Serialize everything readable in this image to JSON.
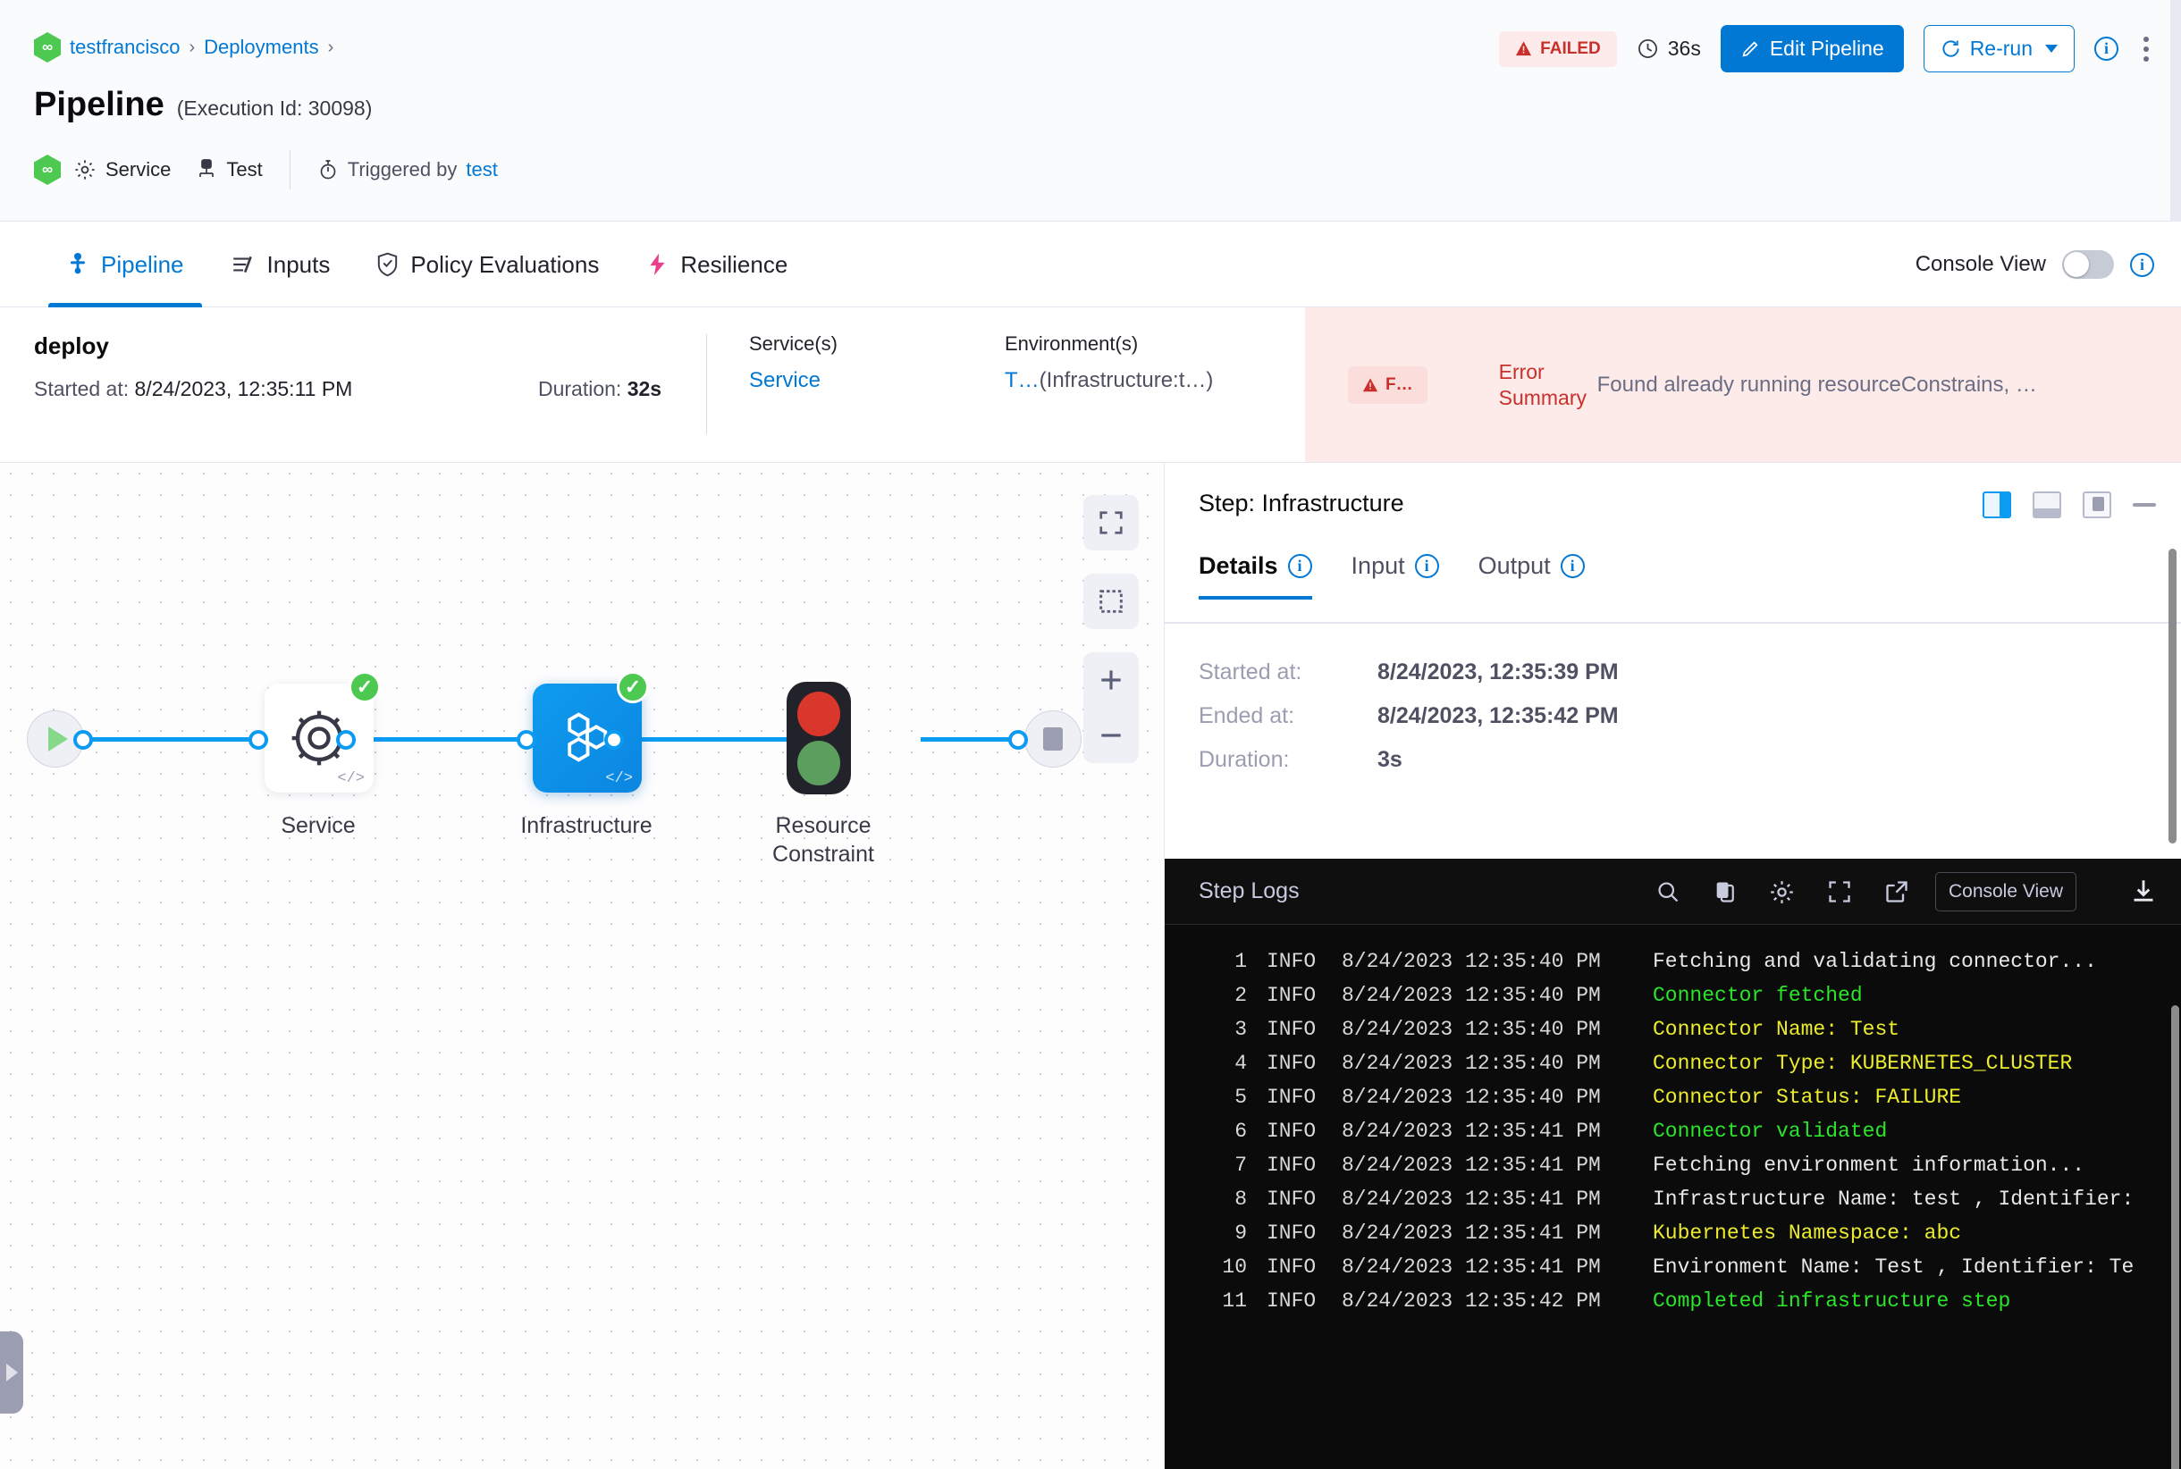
{
  "header": {
    "breadcrumb": {
      "org": "testfrancisco",
      "section": "Deployments",
      "separator": "›"
    },
    "title": "Pipeline",
    "execution_id_label": "(Execution Id: 30098)",
    "meta": {
      "service_label": "Service",
      "env_label": "Test",
      "triggered_prefix": "Triggered by",
      "triggered_by": "test"
    },
    "actions": {
      "status_badge": "FAILED",
      "duration": "36s",
      "edit_pipeline": "Edit Pipeline",
      "rerun": "Re-run"
    },
    "colors": {
      "accent": "#0278d5",
      "danger": "#c8302b",
      "success": "#4dc952"
    }
  },
  "tabs": {
    "items": [
      {
        "label": "Pipeline",
        "icon": "pipeline-icon",
        "active": true
      },
      {
        "label": "Inputs",
        "icon": "inputs-icon",
        "active": false
      },
      {
        "label": "Policy Evaluations",
        "icon": "shield-check-icon",
        "active": false
      },
      {
        "label": "Resilience",
        "icon": "resilience-icon",
        "active": false
      }
    ],
    "console_view_label": "Console View",
    "console_view_on": false
  },
  "stage": {
    "name": "deploy",
    "started_label": "Started at:",
    "started_value": "8/24/2023, 12:35:11 PM",
    "duration_label": "Duration:",
    "duration_value": "32s",
    "services_label": "Service(s)",
    "services_value": "Service",
    "environments_label": "Environment(s)",
    "environments_value": "T…",
    "environments_paren": "(Infrastructure:t…)",
    "error": {
      "mini_badge": "F…",
      "label_line1": "Error",
      "label_line2": "Summary",
      "text": "Found already running resourceConstrains, …"
    }
  },
  "graph": {
    "nodes": [
      {
        "name": "start-node",
        "label": "",
        "type": "start"
      },
      {
        "name": "service-step",
        "label": "Service",
        "type": "step",
        "status": "success",
        "selected": false
      },
      {
        "name": "infrastructure-step",
        "label": "Infrastructure",
        "type": "step",
        "status": "success",
        "selected": true
      },
      {
        "name": "resource-constraint-step",
        "label": "Resource\nConstraint",
        "label_line1": "Resource",
        "label_line2": "Constraint",
        "type": "traffic-light"
      },
      {
        "name": "end-node",
        "label": "",
        "type": "end"
      }
    ],
    "controls": [
      "fit-screen-icon",
      "select-area-icon",
      "zoom-in-icon",
      "zoom-out-icon"
    ]
  },
  "step_panel": {
    "title": "Step: Infrastructure",
    "view_modes": [
      "right-split",
      "bottom-split",
      "floating",
      "minimize"
    ],
    "tabs": [
      {
        "label": "Details",
        "active": true
      },
      {
        "label": "Input",
        "active": false
      },
      {
        "label": "Output",
        "active": false
      }
    ],
    "details": [
      {
        "key": "Started at:",
        "value": "8/24/2023, 12:35:39 PM"
      },
      {
        "key": "Ended at:",
        "value": "8/24/2023, 12:35:42 PM"
      },
      {
        "key": "Duration:",
        "value": "3s"
      }
    ]
  },
  "logs": {
    "title": "Step Logs",
    "tools": [
      "search-icon",
      "copy-icon",
      "gear-icon",
      "fullscreen-icon",
      "external-link-icon"
    ],
    "console_view_button": "Console View",
    "download_icon": "download-icon",
    "download_highlighted": true,
    "highlight_color": "#fb5e4a",
    "lines": [
      {
        "num": "1",
        "level": "INFO",
        "time": "8/24/2023 12:35:40 PM",
        "message": "Fetching and validating connector...",
        "color": "white"
      },
      {
        "num": "2",
        "level": "INFO",
        "time": "8/24/2023 12:35:40 PM",
        "message": "Connector fetched",
        "color": "green"
      },
      {
        "num": "3",
        "level": "INFO",
        "time": "8/24/2023 12:35:40 PM",
        "message": "Connector Name: Test",
        "color": "yellow"
      },
      {
        "num": "4",
        "level": "INFO",
        "time": "8/24/2023 12:35:40 PM",
        "message": "Connector Type: KUBERNETES_CLUSTER",
        "color": "yellow"
      },
      {
        "num": "5",
        "level": "INFO",
        "time": "8/24/2023 12:35:40 PM",
        "message": "Connector Status: FAILURE",
        "color": "yellow"
      },
      {
        "num": "6",
        "level": "INFO",
        "time": "8/24/2023 12:35:41 PM",
        "message": "Connector validated",
        "color": "green"
      },
      {
        "num": "7",
        "level": "INFO",
        "time": "8/24/2023 12:35:41 PM",
        "message": "Fetching environment information...",
        "color": "white"
      },
      {
        "num": "8",
        "level": "INFO",
        "time": "8/24/2023 12:35:41 PM",
        "message": "Infrastructure Name: test , Identifier:",
        "color": "white"
      },
      {
        "num": "9",
        "level": "INFO",
        "time": "8/24/2023 12:35:41 PM",
        "message": "Kubernetes Namespace: abc",
        "color": "yellow"
      },
      {
        "num": "10",
        "level": "INFO",
        "time": "8/24/2023 12:35:41 PM",
        "message": "Environment Name: Test , Identifier: Te",
        "color": "white"
      },
      {
        "num": "11",
        "level": "INFO",
        "time": "8/24/2023 12:35:42 PM",
        "message": "Completed infrastructure step",
        "color": "green"
      }
    ]
  }
}
